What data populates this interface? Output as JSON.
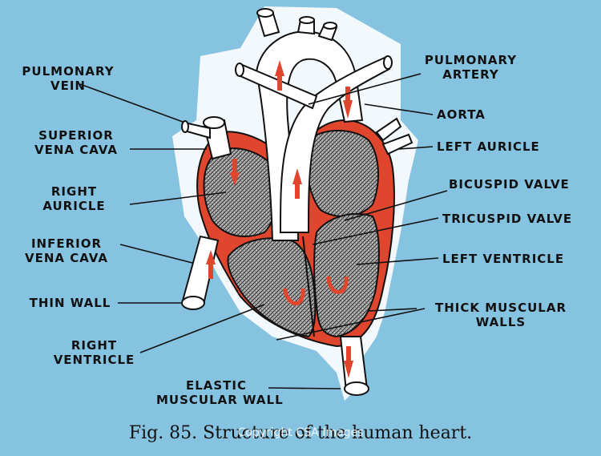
{
  "labels": {
    "pulmonary_vein": [
      "PULMONARY",
      "VEIN"
    ],
    "superior_vena_cava": [
      "SUPERIOR",
      "VENA CAVA"
    ],
    "right_auricle": [
      "RIGHT",
      "AURICLE"
    ],
    "inferior_vena_cava": [
      "INFERIOR",
      "VENA CAVA"
    ],
    "thin_wall": "THIN WALL",
    "right_ventricle": [
      "RIGHT",
      "VENTRICLE"
    ],
    "elastic_muscular_wall": [
      "ELASTIC",
      "MUSCULAR WALL"
    ],
    "pulmonary_artery": [
      "PULMONARY",
      "ARTERY"
    ],
    "aorta": "AORTA",
    "left_auricle": "LEFT AURICLE",
    "bicuspid_valve": "BICUSPID VALVE",
    "tricuspid_valve": "TRICUSPID VALVE",
    "left_ventricle": "LEFT VENTRICLE",
    "thick_muscular_walls": [
      "THICK MUSCULAR",
      "WALLS"
    ]
  },
  "caption": "Fig. 85. Structure of the human heart.",
  "watermark": "Copyright CSA Images",
  "colors": {
    "background": "#86c3e0",
    "halo": "#f2f8fb",
    "heart_red": "#e0452e",
    "chamber_gray": "#8d8d8d",
    "vessel_white": "#ffffff",
    "ink": "#111111"
  }
}
